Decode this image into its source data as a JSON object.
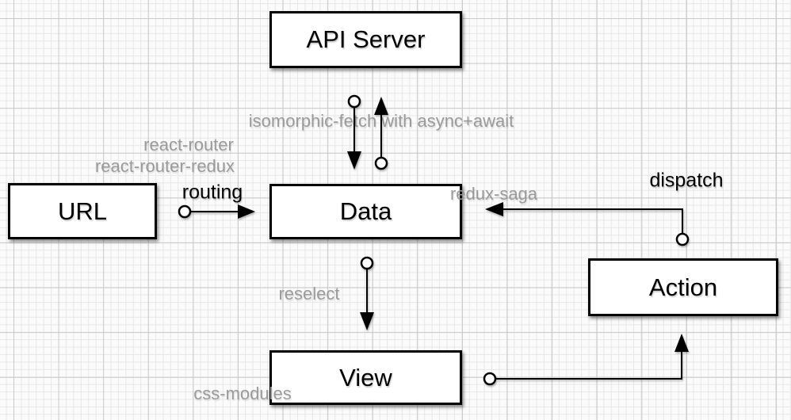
{
  "diagram": {
    "nodes": {
      "api_server": {
        "label": "API Server"
      },
      "url": {
        "label": "URL"
      },
      "data": {
        "label": "Data"
      },
      "action": {
        "label": "Action"
      },
      "view": {
        "label": "View"
      }
    },
    "edge_labels": {
      "isomorphic_fetch": "isomorphic-fetch with async+await",
      "react_router": "react-router",
      "react_router_redux": "react-router-redux",
      "routing": "routing",
      "redux_saga": "redux-saga",
      "dispatch": "dispatch",
      "reselect": "reselect",
      "css_modules": "css-modules"
    },
    "colors": {
      "muted_label": "#9a9a9a",
      "strong_label": "#000000",
      "box_border": "#000000",
      "box_fill": "#ffffff",
      "grid_minor": "#e7e7e7",
      "grid_major": "#c9c9c9",
      "background": "#fbfbfb"
    }
  }
}
